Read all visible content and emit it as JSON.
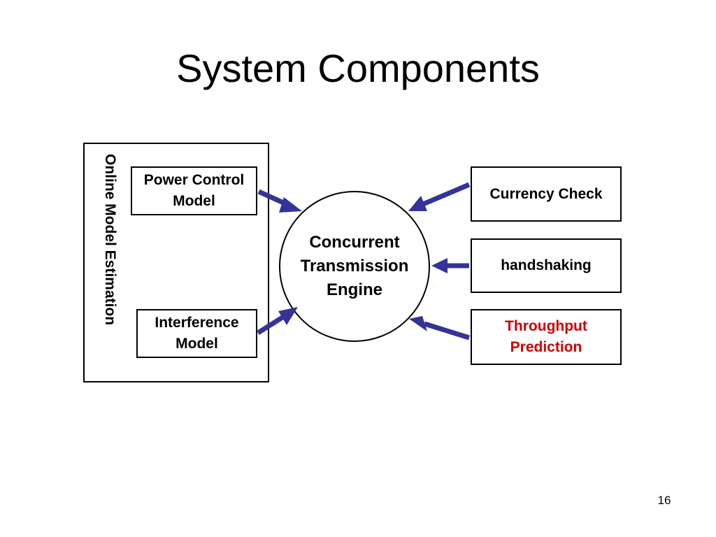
{
  "slide": {
    "title": "System Components",
    "page_number": "16"
  },
  "diagram": {
    "outer_group_label": "Online Model Estimation",
    "left_boxes": {
      "power_control": [
        "Power Control",
        "Model"
      ],
      "interference": [
        "Interference",
        "Model"
      ]
    },
    "center_engine": [
      "Concurrent",
      "Transmission",
      "Engine"
    ],
    "right_boxes": {
      "currency_check": "Currency Check",
      "handshaking": "handshaking",
      "throughput": [
        "Throughput",
        "Prediction"
      ]
    },
    "colors": {
      "arrow": "#333399",
      "highlight_text": "#cc0000",
      "border": "#000000"
    },
    "connections": [
      {
        "from": "Power Control Model",
        "to": "Concurrent Transmission Engine"
      },
      {
        "from": "Interference Model",
        "to": "Concurrent Transmission Engine"
      },
      {
        "from": "Currency Check",
        "to": "Concurrent Transmission Engine"
      },
      {
        "from": "handshaking",
        "to": "Concurrent Transmission Engine"
      },
      {
        "from": "Throughput Prediction",
        "to": "Concurrent Transmission Engine"
      }
    ]
  }
}
